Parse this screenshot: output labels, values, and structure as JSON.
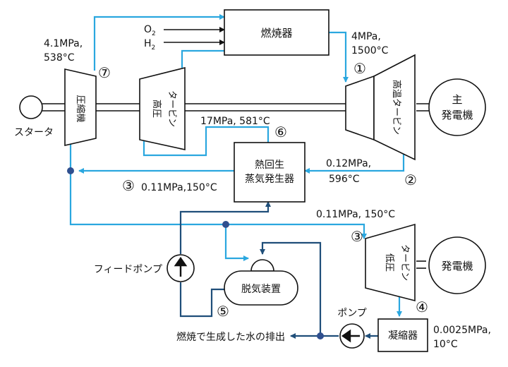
{
  "components": {
    "combustor": "燃焼器",
    "o2": "O",
    "o2_sub": "2",
    "h2": "H",
    "h2_sub": "2",
    "compressor": "圧縮機",
    "hp_turbine_1": "高圧",
    "hp_turbine_2": "タービン",
    "ht_turbine": "高温タービン",
    "generator_main_1": "主",
    "generator_main_2": "発電機",
    "starter": "スタータ",
    "hrsg_1": "熱回生",
    "hrsg_2": "蒸気発生器",
    "lp_turbine_1": "低圧",
    "lp_turbine_2": "タービン",
    "generator_lp": "発電機",
    "deaerator": "脱気装置",
    "condenser": "凝縮器",
    "feed_pump": "フィードポンプ",
    "pump": "ポンプ",
    "discharge": "燃焼で生成した水の排出"
  },
  "conditions": {
    "compressor_out_1": "4.1MPa,",
    "compressor_out_2": "538°C",
    "combustor_out_1": "4MPa,",
    "combustor_out_2": "1500°C",
    "hp_in": "17MPa, 581°C",
    "ht_out_1": "0.12MPa,",
    "ht_out_2": "596°C",
    "hrsg_out": "0.11MPa,150°C",
    "lp_in": "0.11MPa, 150°C",
    "cond_1": "0.0025MPa,",
    "cond_2": "10°C"
  },
  "states": [
    "①",
    "②",
    "③",
    "③",
    "④",
    "⑤",
    "⑥",
    "⑦"
  ],
  "colors": {
    "steam": "#2aa7df",
    "water": "#1f4e79",
    "outline": "#111111"
  }
}
